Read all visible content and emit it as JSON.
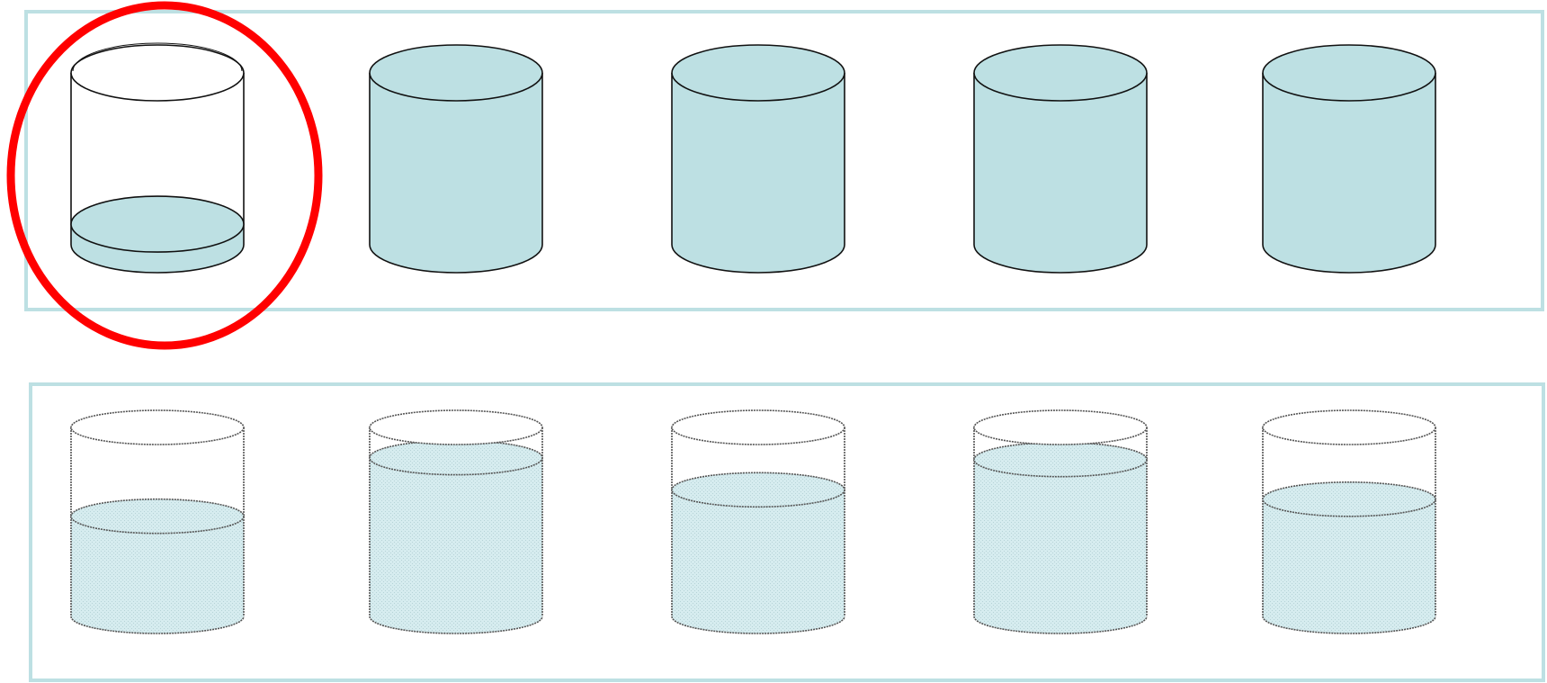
{
  "colors": {
    "background": "#ffffff",
    "panel_border": "#bde0e3",
    "water_solid": "#bde0e3",
    "water_light": "#d6ecef",
    "outline": "#111111",
    "outline_dotted": "#555555",
    "highlight": "#ff0000"
  },
  "top_row": {
    "cylinders": [
      {
        "fill_fraction": 0.12,
        "highlighted": true
      },
      {
        "fill_fraction": 1.0,
        "highlighted": false
      },
      {
        "fill_fraction": 1.0,
        "highlighted": false
      },
      {
        "fill_fraction": 1.0,
        "highlighted": false
      },
      {
        "fill_fraction": 1.0,
        "highlighted": false
      }
    ]
  },
  "bottom_row": {
    "cylinders": [
      {
        "fill_fraction": 0.53
      },
      {
        "fill_fraction": 0.84
      },
      {
        "fill_fraction": 0.67
      },
      {
        "fill_fraction": 0.83
      },
      {
        "fill_fraction": 0.62
      }
    ]
  }
}
